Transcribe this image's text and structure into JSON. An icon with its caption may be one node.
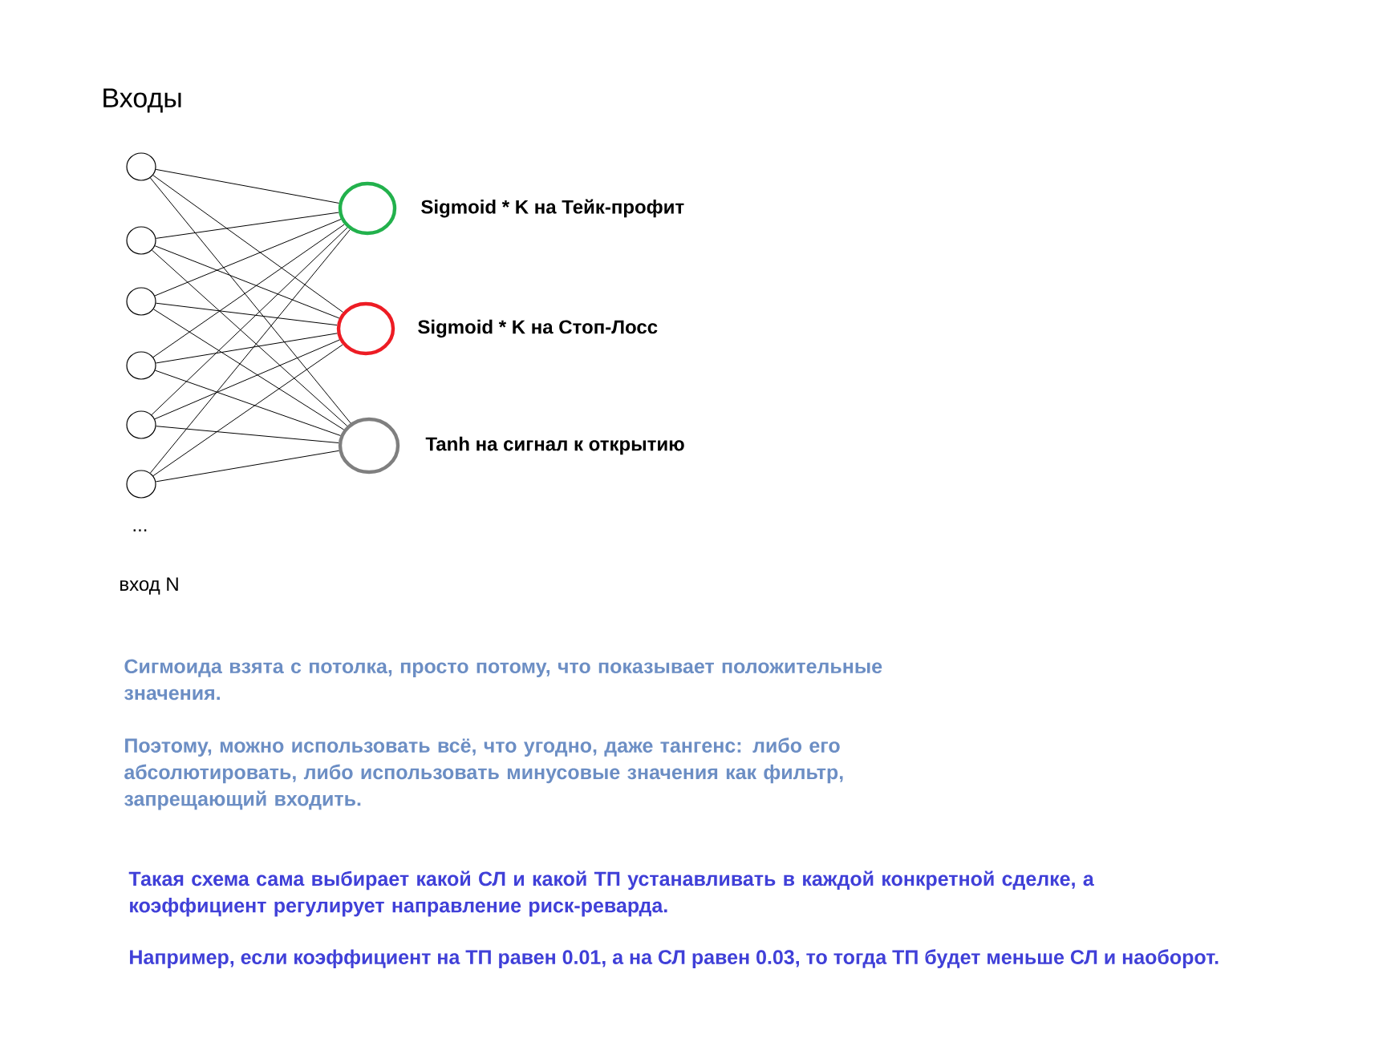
{
  "diagram": {
    "nodes": [
      {
        "text": [],
        "shape": "circle"
      },
      {
        "text": [],
        "shape": "circle"
      },
      {
        "text": [],
        "shape": "circle"
      },
      {
        "text": [],
        "shape": "circle"
      },
      {
        "text": [],
        "shape": "circle"
      },
      {
        "text": [],
        "shape": "circle"
      },
      {
        "text": [],
        "shape": "circle",
        "beside": [
          "Sigmoid * K на Тейк-профит"
        ]
      },
      {
        "text": [],
        "shape": "circle",
        "beside": [
          "Sigmoid * K на Стоп-Лосс"
        ]
      },
      {
        "text": [],
        "shape": "circle",
        "beside": [
          "Tanh на сигнал к открытию"
        ]
      }
    ],
    "edges": [
      {
        "from": 0,
        "to": 6,
        "arrow": "none"
      },
      {
        "from": 0,
        "to": 7,
        "arrow": "none"
      },
      {
        "from": 0,
        "to": 8,
        "arrow": "none"
      },
      {
        "from": 1,
        "to": 6,
        "arrow": "none"
      },
      {
        "from": 1,
        "to": 7,
        "arrow": "none"
      },
      {
        "from": 1,
        "to": 8,
        "arrow": "none"
      },
      {
        "from": 2,
        "to": 6,
        "arrow": "none"
      },
      {
        "from": 2,
        "to": 7,
        "arrow": "none"
      },
      {
        "from": 2,
        "to": 8,
        "arrow": "none"
      },
      {
        "from": 3,
        "to": 6,
        "arrow": "none"
      },
      {
        "from": 3,
        "to": 7,
        "arrow": "none"
      },
      {
        "from": 3,
        "to": 8,
        "arrow": "none"
      },
      {
        "from": 4,
        "to": 6,
        "arrow": "none"
      },
      {
        "from": 4,
        "to": 7,
        "arrow": "none"
      },
      {
        "from": 4,
        "to": 8,
        "arrow": "none"
      },
      {
        "from": 5,
        "to": 6,
        "arrow": "none"
      },
      {
        "from": 5,
        "to": 7,
        "arrow": "none"
      },
      {
        "from": 5,
        "to": 8,
        "arrow": "none"
      }
    ],
    "labels": [
      "Входы",
      "...",
      "вход N",
      "Сигмоида взята с потолка, просто потому, что показывает положительные значения.",
      "Поэтому, можно использовать всё, что угодно, даже тангенс: либо его абсолютировать, либо использовать минусовые значения как фильтр, запрещающий входить.",
      "Такая схема сама выбирает какой СЛ и какой ТП устанавливать в каждой конкретной сделке, а коэффициент регулирует направление риск-реварда.",
      "Например, если коэффициент на ТП равен 0.01, а на СЛ равен 0.03, то тогда ТП будет меньше СЛ и наоборот."
    ]
  }
}
